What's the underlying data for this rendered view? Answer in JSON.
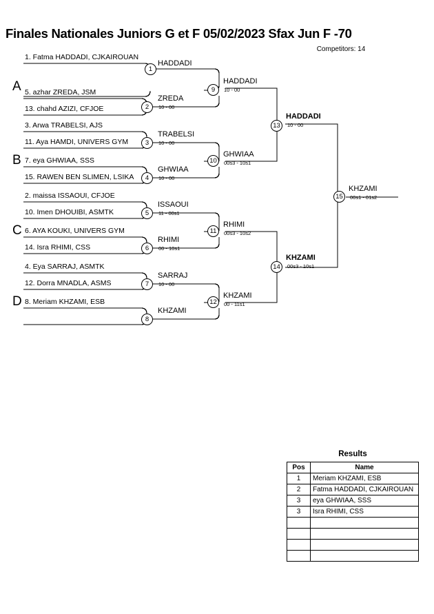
{
  "header": {
    "title": "Finales Nationales Juniors G et F  05/02/2023  Sfax   Jun F -70",
    "competitors": "Competitors: 14"
  },
  "pools": [
    {
      "letter": "A"
    },
    {
      "letter": "B"
    },
    {
      "letter": "C"
    },
    {
      "letter": "D"
    }
  ],
  "entrants": [
    {
      "label": "1. Fatma HADDADI, CJKAIROUAN"
    },
    {
      "label": ""
    },
    {
      "label": "5. azhar ZREDA, JSM"
    },
    {
      "label": "13. chahd AZIZI, CFJOE"
    },
    {
      "label": "3. Arwa TRABELSI, AJS"
    },
    {
      "label": "11. Aya HAMDI, UNIVERS GYM"
    },
    {
      "label": "7. eya GHWIAA, SSS"
    },
    {
      "label": "15. RAWEN BEN SLIMEN, LSIKA"
    },
    {
      "label": "2. maissa ISSAOUI, CFJOE"
    },
    {
      "label": "10. Imen DHOUIBI, ASMTK"
    },
    {
      "label": "6. AYA KOUKI, UNIVERS GYM"
    },
    {
      "label": "14. Isra RHIMI, CSS"
    },
    {
      "label": "4. Eya SARRAJ, ASMTK"
    },
    {
      "label": "12. Dorra MNADLA, ASMS"
    },
    {
      "label": "8. Meriam KHZAMI, ESB"
    },
    {
      "label": ""
    }
  ],
  "matches": [
    {
      "num": "1",
      "winner": "HADDADI",
      "score": "",
      "bold": false
    },
    {
      "num": "2",
      "winner": "ZREDA",
      "score": "10 - 00",
      "bold": false
    },
    {
      "num": "3",
      "winner": "TRABELSI",
      "score": "10 - 00",
      "bold": false
    },
    {
      "num": "4",
      "winner": "GHWIAA",
      "score": "10 - 00",
      "bold": false
    },
    {
      "num": "5",
      "winner": "ISSAOUI",
      "score": "11 - 00s1",
      "bold": false
    },
    {
      "num": "6",
      "winner": "RHIMI",
      "score": "00 - 10s1",
      "bold": false
    },
    {
      "num": "7",
      "winner": "SARRAJ",
      "score": "10 - 00",
      "bold": false
    },
    {
      "num": "8",
      "winner": "KHZAMI",
      "score": "",
      "bold": false
    },
    {
      "num": "9",
      "winner": "HADDADI",
      "score": "10 - 00",
      "bold": false
    },
    {
      "num": "10",
      "winner": "GHWIAA",
      "score": "00s3 - 10s1",
      "bold": false
    },
    {
      "num": "11",
      "winner": "RHIMI",
      "score": "00s3 - 10s2",
      "bold": false
    },
    {
      "num": "12",
      "winner": "KHZAMI",
      "score": "00 - 11s1",
      "bold": false
    },
    {
      "num": "13",
      "winner": "HADDADI",
      "score": "10 - 00",
      "bold": true
    },
    {
      "num": "14",
      "winner": "KHZAMI",
      "score": "00s3 - 10s1",
      "bold": true
    },
    {
      "num": "15",
      "winner": "KHZAMI",
      "score": "00s1 - 01s2",
      "bold": false
    }
  ],
  "results": {
    "title": "Results",
    "columns": [
      "Pos",
      "Name"
    ],
    "rows": [
      {
        "pos": "1",
        "name": "Meriam KHZAMI, ESB"
      },
      {
        "pos": "2",
        "name": "Fatma HADDADI, CJKAIROUAN"
      },
      {
        "pos": "3",
        "name": "eya GHWIAA, SSS"
      },
      {
        "pos": "3",
        "name": "Isra RHIMI, CSS"
      },
      {
        "pos": "",
        "name": ""
      },
      {
        "pos": "",
        "name": ""
      },
      {
        "pos": "",
        "name": ""
      },
      {
        "pos": "",
        "name": ""
      }
    ]
  }
}
